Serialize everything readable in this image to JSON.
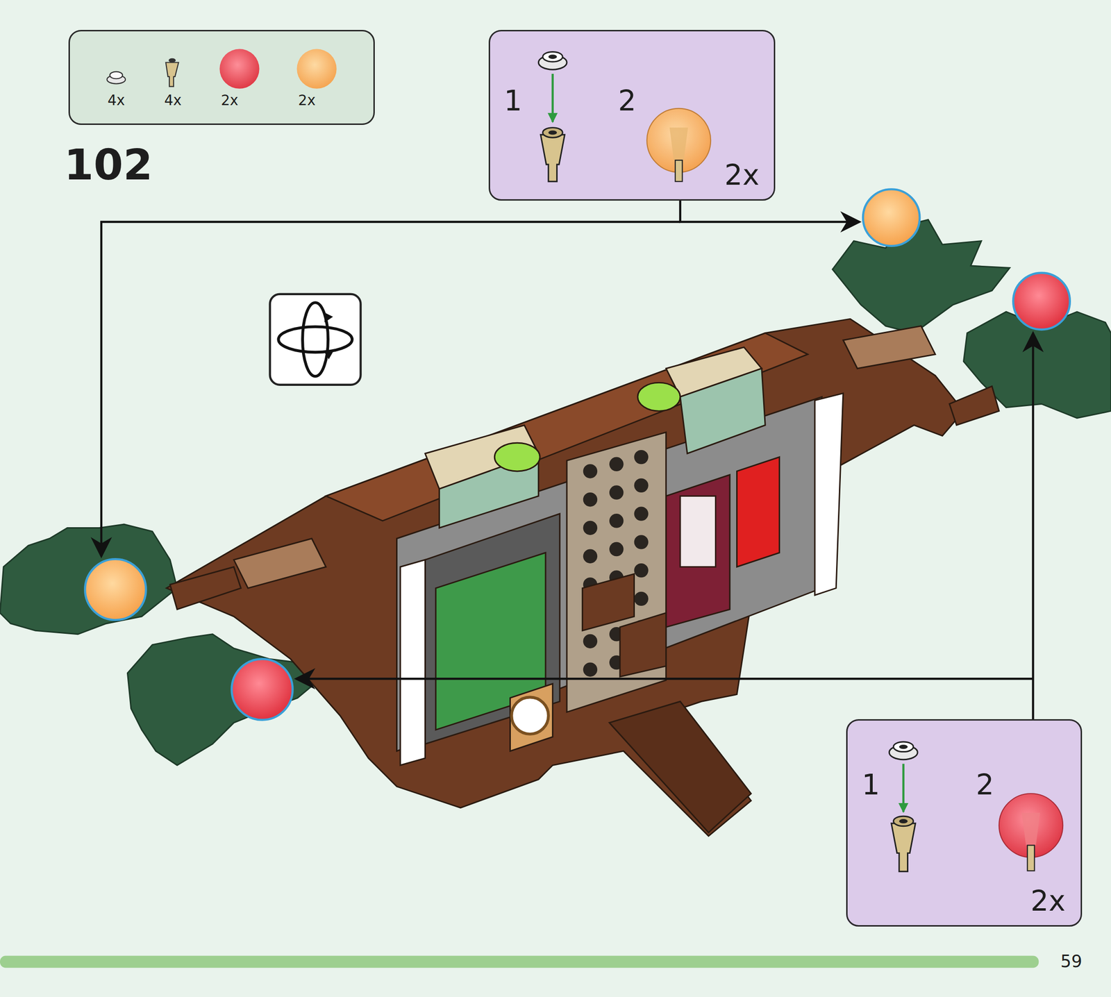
{
  "diagram": {
    "nodes": [
      {
        "text": [
          "4x",
          "4x",
          "2x",
          "2x"
        ]
      },
      {
        "text": [
          "1",
          "2",
          "2x"
        ]
      },
      {
        "text": [
          "1",
          "2",
          "2x"
        ]
      }
    ],
    "labels": [
      "102",
      "59"
    ]
  }
}
